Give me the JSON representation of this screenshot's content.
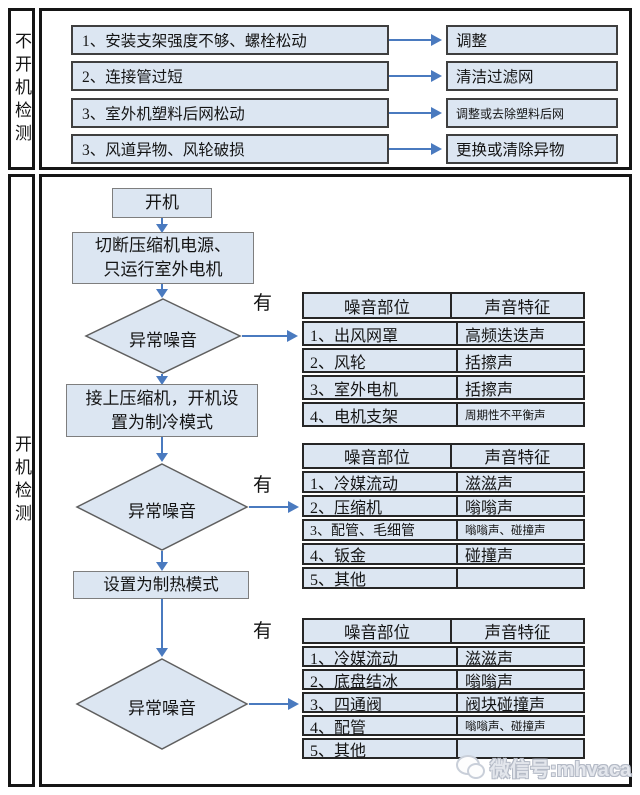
{
  "colors": {
    "box_fill": "#dce6f2",
    "arrow_blue": "#4a7abf",
    "table_border": "#262626",
    "flow_border": "#7e7e7e"
  },
  "top_section": {
    "label": "不开机检测",
    "rows": [
      {
        "problem": "1、安装支架强度不够、螺栓松动",
        "action": "调整"
      },
      {
        "problem": "2、连接管过短",
        "action": "清洁过滤网"
      },
      {
        "problem": "3、室外机塑料后网松动",
        "action": "调整或去除塑料后网"
      },
      {
        "problem": "3、风道异物、风轮破损",
        "action": "更换或清除异物"
      }
    ]
  },
  "bottom_section": {
    "label": "开机检测",
    "flow": {
      "start": "开机",
      "step1_line1": "切断压缩机电源、",
      "step1_line2": "只运行室外电机",
      "decision1": "异常噪音",
      "yes1": "有",
      "step2_line1": "接上压缩机，开机设",
      "step2_line2": "置为制冷模式",
      "decision2": "异常噪音",
      "yes2": "有",
      "step3": "设置为制热模式",
      "decision3": "异常噪音",
      "yes3": "有"
    },
    "tables": [
      {
        "headers": [
          "噪音部位",
          "声音特征"
        ],
        "rows": [
          {
            "part": "1、出风网罩",
            "feature": "高频迭迭声"
          },
          {
            "part": "2、风轮",
            "feature": "括擦声"
          },
          {
            "part": "3、室外电机",
            "feature": "括擦声"
          },
          {
            "part": "4、电机支架",
            "feature": "周期性不平衡声"
          }
        ]
      },
      {
        "headers": [
          "噪音部位",
          "声音特征"
        ],
        "rows": [
          {
            "part": "1、冷媒流动",
            "feature": "滋滋声"
          },
          {
            "part": "2、压缩机",
            "feature": "嗡嗡声"
          },
          {
            "part": "3、配管、毛细管",
            "feature": "嗡嗡声、碰撞声"
          },
          {
            "part": "4、钣金",
            "feature": "碰撞声"
          },
          {
            "part": "5、其他",
            "feature": ""
          }
        ]
      },
      {
        "headers": [
          "噪音部位",
          "声音特征"
        ],
        "rows": [
          {
            "part": "1、冷媒流动",
            "feature": "滋滋声"
          },
          {
            "part": "2、底盘结冰",
            "feature": "嗡嗡声"
          },
          {
            "part": "3、四通阀",
            "feature": "阀块碰撞声"
          },
          {
            "part": "4、配管",
            "feature": "嗡嗡声、碰撞声"
          },
          {
            "part": "5、其他",
            "feature": ""
          }
        ]
      }
    ]
  },
  "watermark": {
    "text": "微信号:mhvaca",
    "icon": "wechat-icon"
  }
}
